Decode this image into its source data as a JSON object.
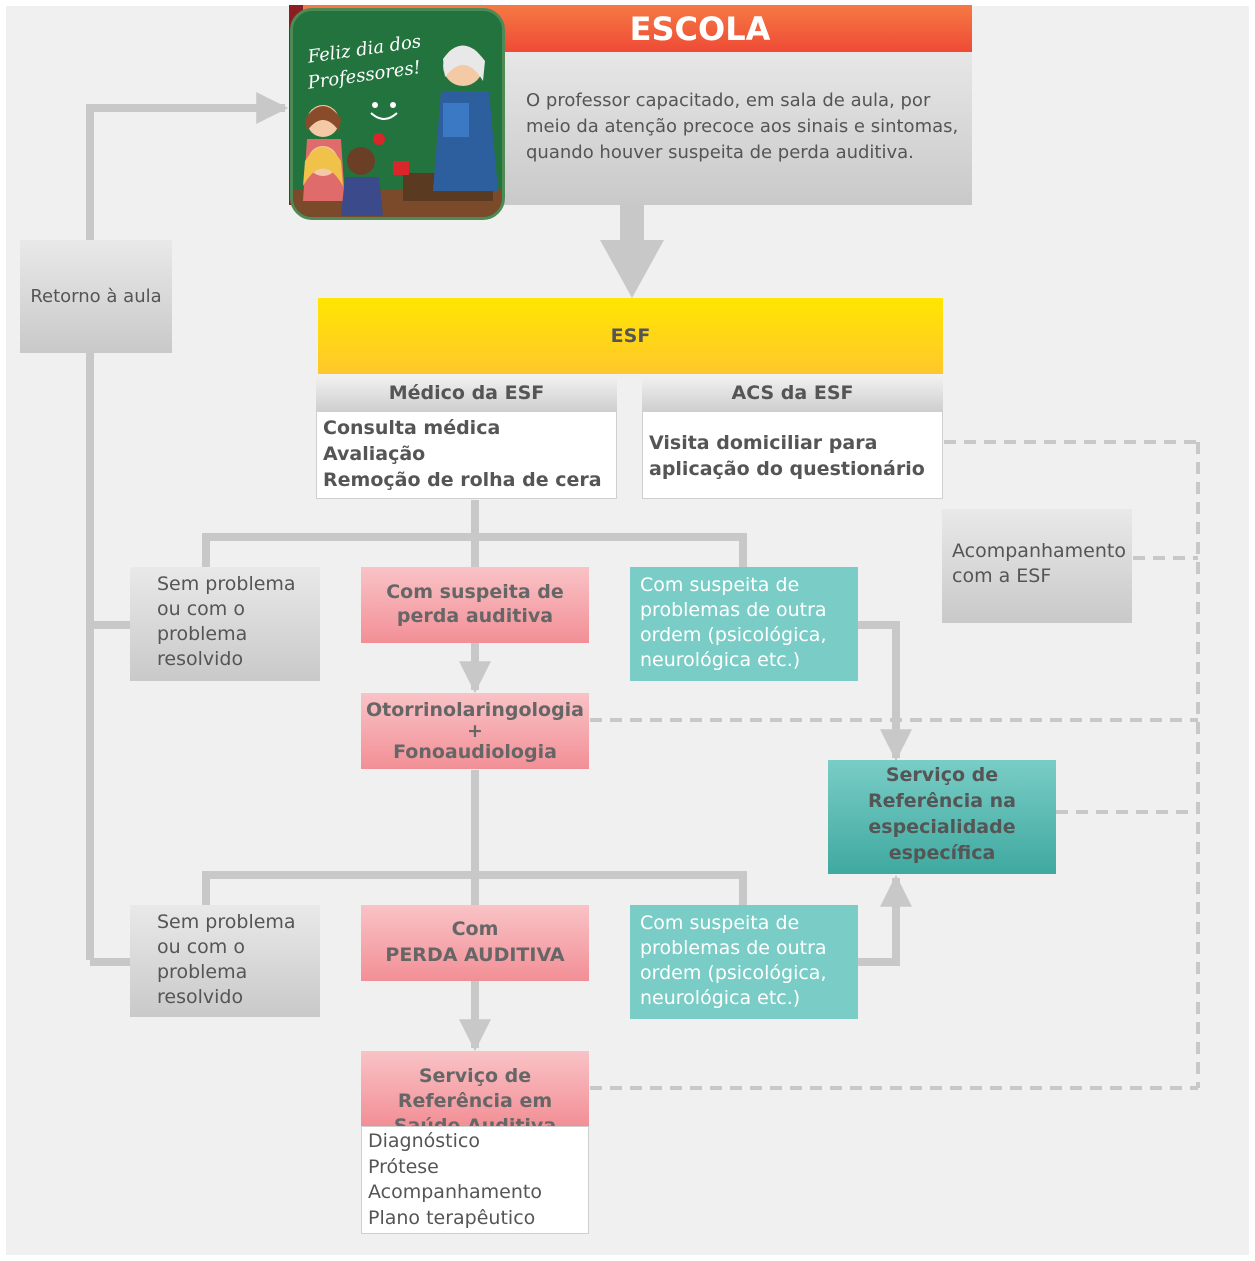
{
  "escola": {
    "title": "ESCOLA",
    "board_line1": "Feliz dia dos",
    "board_line2": "Professores!",
    "description": "O professor capacitado, em sala de aula, por meio da atenção precoce aos sinais e sintomas, quando houver suspeita de perda auditiva."
  },
  "retorno": "Retorno à aula",
  "esf": {
    "title": "ESF",
    "medico_header": "Médico da ESF",
    "medico_items": [
      "Consulta médica",
      "Avaliação",
      "Remoção de rolha de cera"
    ],
    "acs_header": "ACS da ESF",
    "acs_text": "Visita domiciliar para aplicação do questionário"
  },
  "acompanhamento": "Acompanhamento com a ESF",
  "row1": {
    "sem_problema": "Sem problema ou com o problema resolvido",
    "suspeita": "Com suspeita de perda auditiva",
    "outra_ordem": "Com suspeita de problemas de outra ordem (psicológica, neurológica etc.)"
  },
  "otorrino": {
    "line1": "Otorrinolaringologia",
    "line2": "+",
    "line3": "Fonoaudiologia"
  },
  "servico_especialidade": "Serviço de Referência na especialidade específica",
  "row2": {
    "sem_problema": "Sem problema ou com o problema resolvido",
    "perda_line1": "Com",
    "perda_line2": "PERDA AUDITIVA",
    "outra_ordem": "Com suspeita de problemas de outra ordem (psicológica, neurológica etc.)"
  },
  "servico_auditiva": {
    "title": "Serviço de Referência em Saúde Auditiva",
    "items": [
      "Diagnóstico",
      "Prótese",
      "Acompanhamento",
      "Plano terapêutico"
    ]
  },
  "colors": {
    "orange": "#f0563a",
    "yellow": "#ffe000",
    "pink": "#f49aa0",
    "teal": "#79cdc6",
    "teal_dark": "#3fa9a0",
    "line_grey": "#c8c8c8"
  }
}
